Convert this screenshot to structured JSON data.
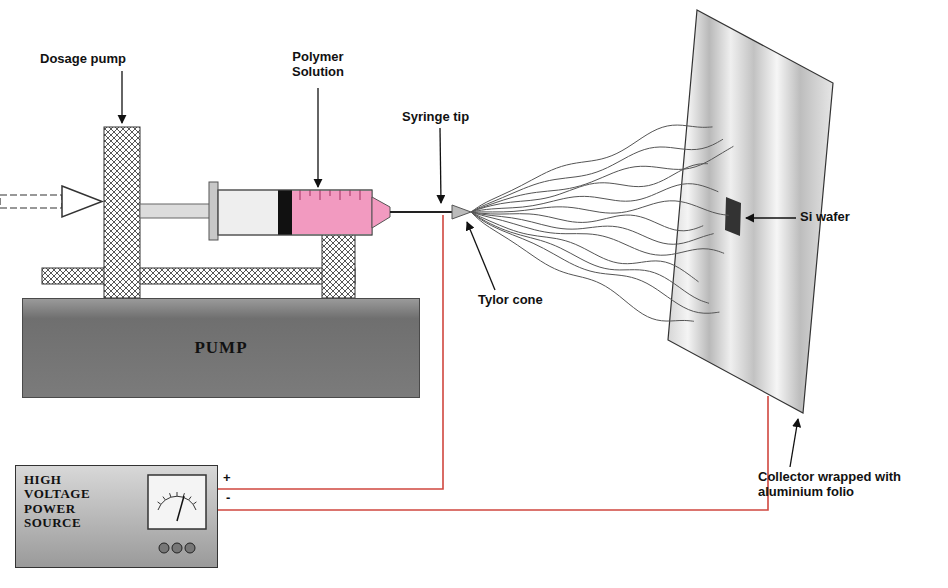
{
  "diagram": {
    "nodes": [
      {
        "text": [
          "PUMP"
        ]
      },
      {
        "text": [
          "HIGH VOLTAGE POWER SOURCE"
        ]
      }
    ],
    "labels": [
      "Dosage pump",
      "Polymer Solution",
      "Syringe tip",
      "Tylor cone",
      "Si wafer",
      "Collector wrapped with aluminium folio",
      "+",
      "-"
    ]
  }
}
